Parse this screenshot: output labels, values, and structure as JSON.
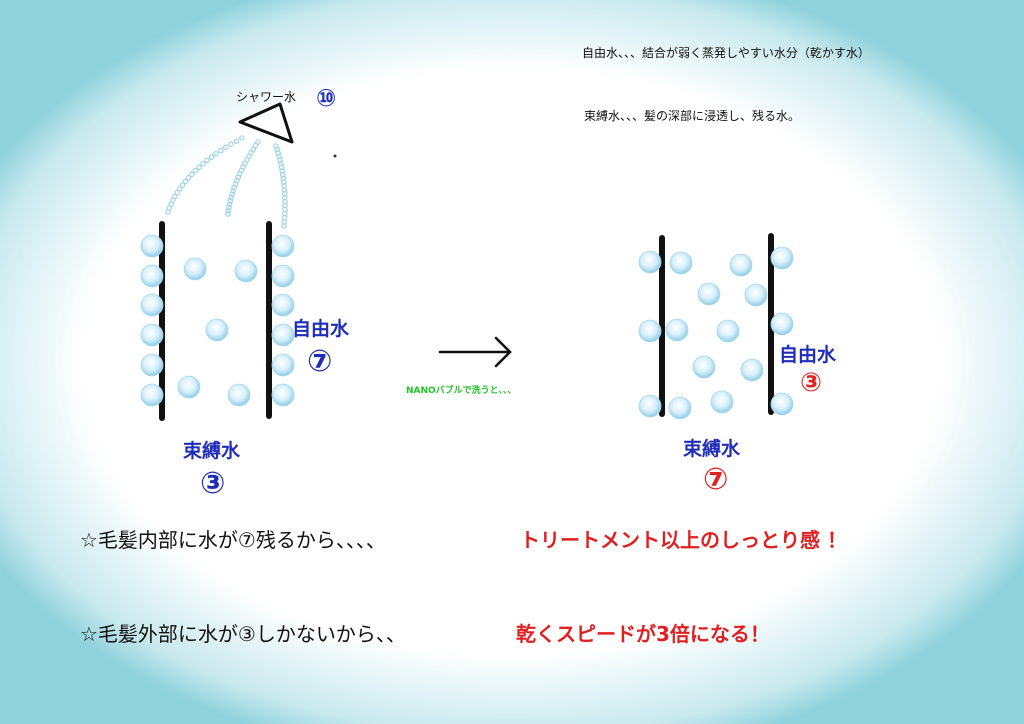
{
  "notes": {
    "free_water": "自由水、、、結合が弱く蒸発しやすい水分（乾かす水）",
    "bound_water": "束縛水、、、髪の深部に浸透し、残る水。"
  },
  "shower": {
    "label": "シャワー水",
    "count": "⑩"
  },
  "left_hair": {
    "free_label": "自由水",
    "free_count": "⑦",
    "bound_label": "束縛水",
    "bound_count": "③"
  },
  "transition": {
    "caption": "NANOバブルで洗うと、、、"
  },
  "right_hair": {
    "free_label": "自由水",
    "free_count": "③",
    "bound_label": "束縛水",
    "bound_count": "⑦"
  },
  "conclusions": [
    {
      "left": "☆毛髪内部に水が⑦残るから、、、、",
      "right": "トリートメント以上のしっとり感 ！"
    },
    {
      "left": "☆毛髪外部に水が③しかないから、、",
      "right": "乾くスピードが3倍になる！"
    }
  ],
  "colors": {
    "label_blue": "#1f2db8",
    "highlight_red": "#e02020",
    "caption_green": "#22c32a",
    "bubble": "#bfe6f7",
    "border_glow": "#8fd2db"
  },
  "icons": {
    "shower_head": "trapezoid-outline",
    "arrow": "right-arrow",
    "water_bubble": "circle"
  }
}
